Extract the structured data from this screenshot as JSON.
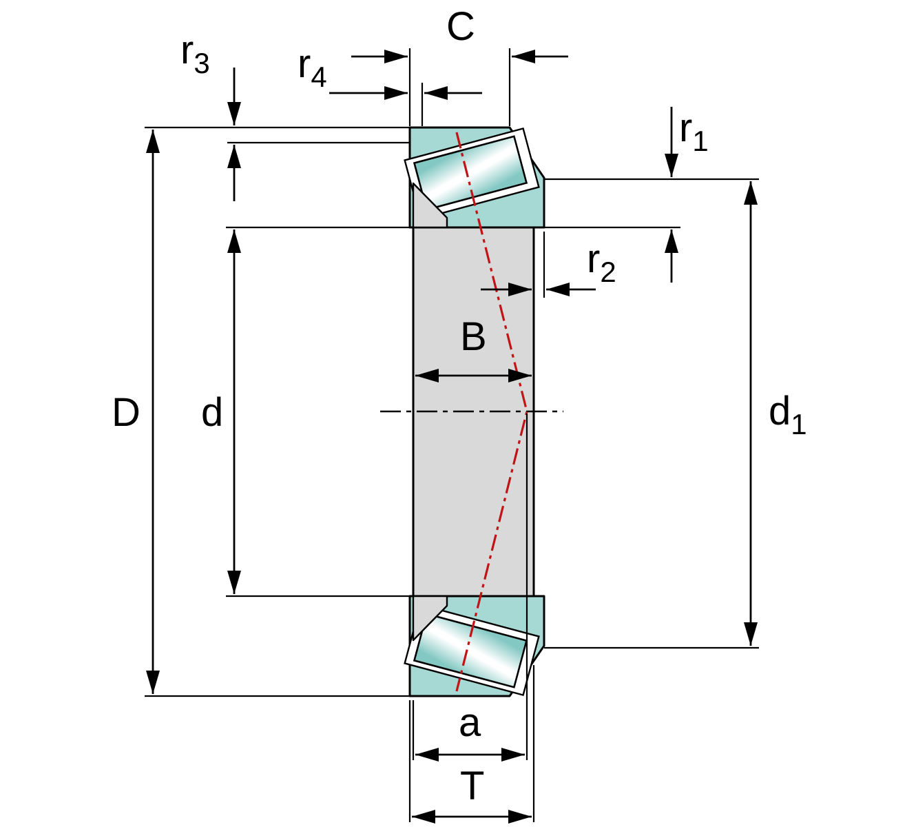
{
  "diagram": {
    "subject": "tapered-roller-bearing-cross-section-dimensions",
    "colors": {
      "outline": "#000000",
      "ring_teal": "#a6d8d4",
      "roller_teal": "#84c8c3",
      "section_gray": "#d9d9d9",
      "pressure_red": "#c01417",
      "background": "#ffffff"
    },
    "labels": {
      "outer_ring_width": {
        "base": "C",
        "sub": ""
      },
      "chamfer_r1": {
        "base": "r",
        "sub": "1"
      },
      "chamfer_r2": {
        "base": "r",
        "sub": "2"
      },
      "chamfer_r3": {
        "base": "r",
        "sub": "3"
      },
      "chamfer_r4": {
        "base": "r",
        "sub": "4"
      },
      "outer_diameter": {
        "base": "D",
        "sub": ""
      },
      "bore_diameter": {
        "base": "d",
        "sub": ""
      },
      "reference_diameter": {
        "base": "d",
        "sub": "1"
      },
      "inner_ring_width": {
        "base": "B",
        "sub": ""
      },
      "pressure_center_distance": {
        "base": "a",
        "sub": ""
      },
      "total_width": {
        "base": "T",
        "sub": ""
      }
    }
  }
}
